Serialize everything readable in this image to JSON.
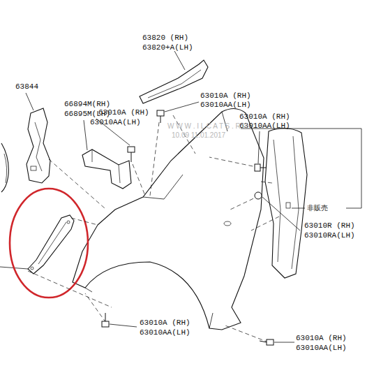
{
  "diagram": {
    "labels": [
      "63820 (RH)",
      "63820+A(LH)",
      "63844",
      "66894M(RH)",
      "66895M(LH)",
      "63010A (RH)",
      "63010AA(LH)",
      "63010A (RH)",
      "63010AA(LH)",
      "63010A (RH)",
      "63010AA(LH)",
      "W W W . I L C A T S . R U",
      "10.09 11.01.2017",
      "非販売",
      "63010R (RH)",
      "63010RA(LH)",
      "63010A (RH)",
      "63010AA(LH)",
      "63010A (RH)",
      "63010AA(LH)"
    ]
  }
}
